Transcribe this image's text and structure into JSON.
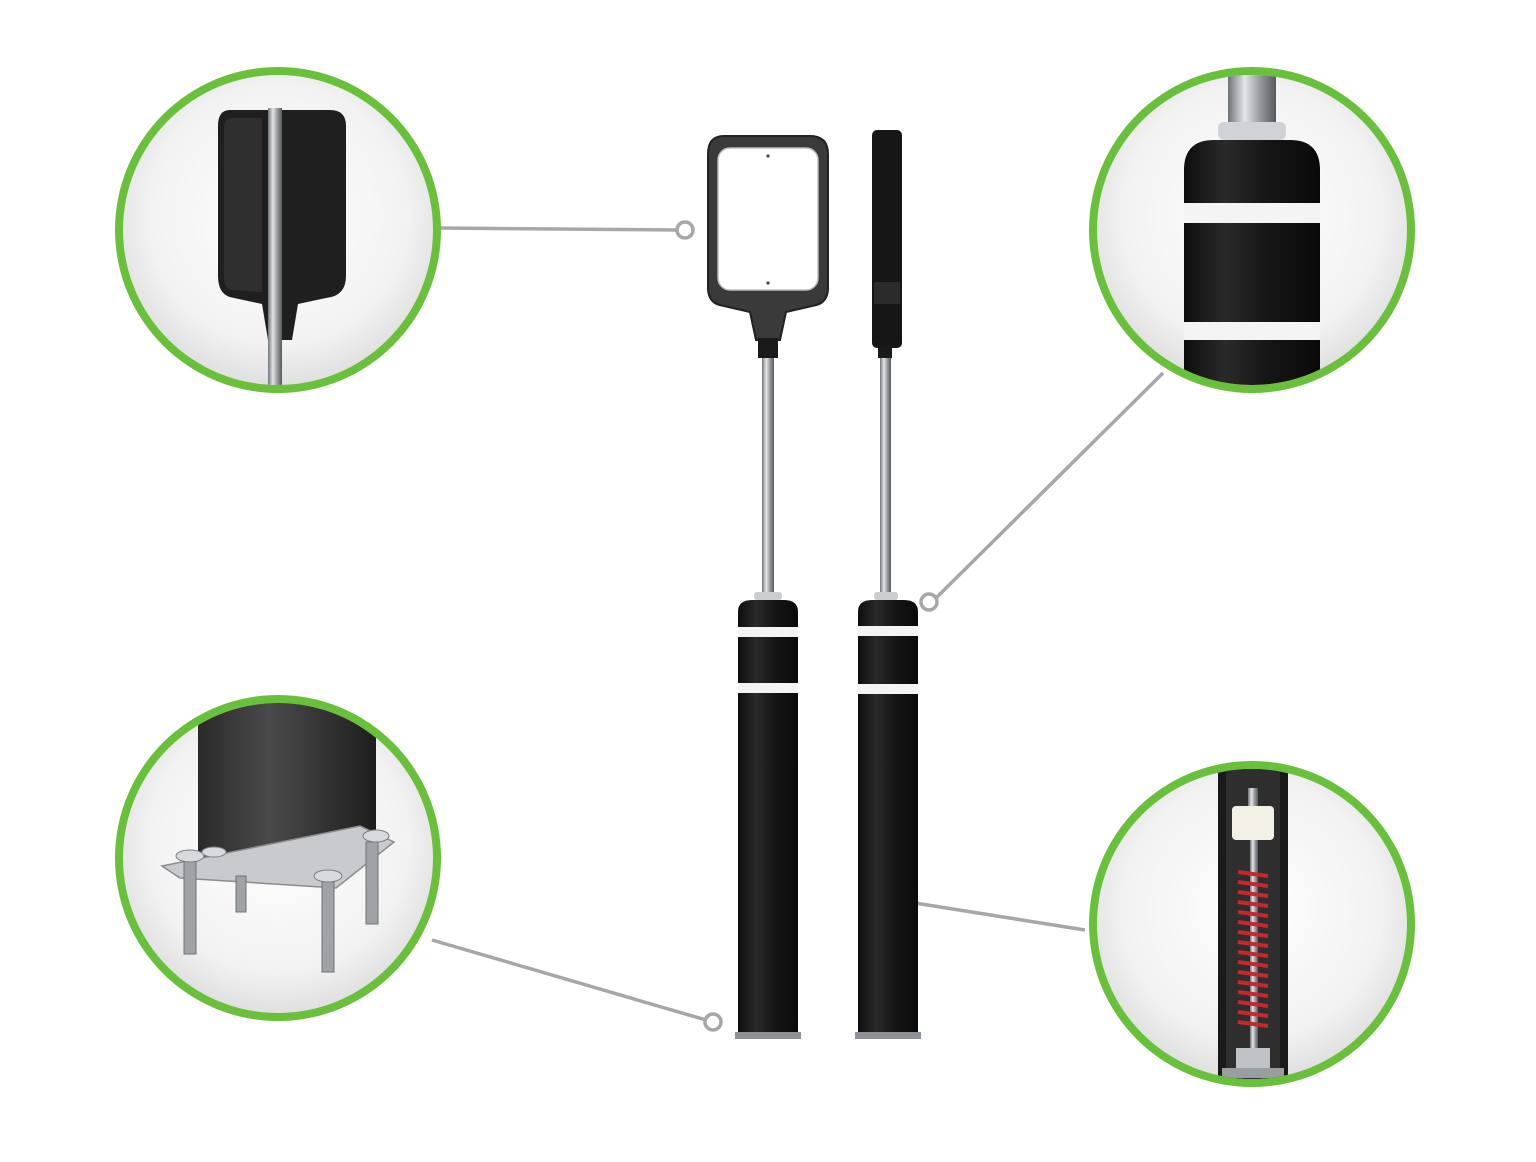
{
  "colors": {
    "background": "#ffffff",
    "accent_ring": "#69c03a",
    "accent_ring_dark": "#4f9a2a",
    "leader_line": "#a7a7a9",
    "post_black": "#1b1b1b",
    "reflective_band": "#f4f4f4",
    "steel": "#b9bcc0",
    "spring": "#c8282d"
  },
  "product": {
    "views": [
      "front-view",
      "side-view"
    ]
  },
  "callouts": [
    {
      "name": "sign-panel-detail",
      "icon": "sign-panel-closeup"
    },
    {
      "name": "reflective-collar-detail",
      "icon": "collar-closeup"
    },
    {
      "name": "base-plate-anchor-detail",
      "icon": "anchor-bolts-closeup"
    },
    {
      "name": "internal-spring-detail",
      "icon": "spring-cutaway-closeup"
    }
  ]
}
